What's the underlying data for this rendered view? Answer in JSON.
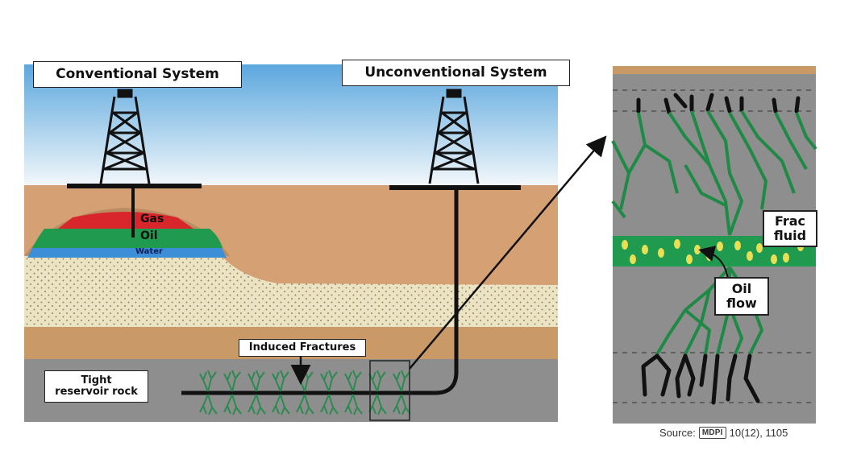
{
  "labels": {
    "conventional": "Conventional System",
    "unconventional": "Unconventional System",
    "gas": "Gas",
    "oil": "Oil",
    "water": "Water",
    "induced_fractures": "Induced Fractures",
    "tight_reservoir": "Tight reservoir rock",
    "frac_fluid": "Frac fluid",
    "oil_flow": "Oil flow"
  },
  "source": {
    "prefix": "Source:",
    "logo": "MDPI",
    "citation": "10(12), 1105"
  },
  "colors": {
    "sky_top": "#5ba7de",
    "sky_bottom": "#ffffff",
    "soil": "#d4a074",
    "sand": "#ece3c4",
    "gray_rock": "#8e8e8e",
    "gas": "#d9262c",
    "oil": "#1f9a4e",
    "water": "#3c8fd6",
    "fracture_green": "#1f8a46",
    "oil_droplet": "#e9df55"
  }
}
